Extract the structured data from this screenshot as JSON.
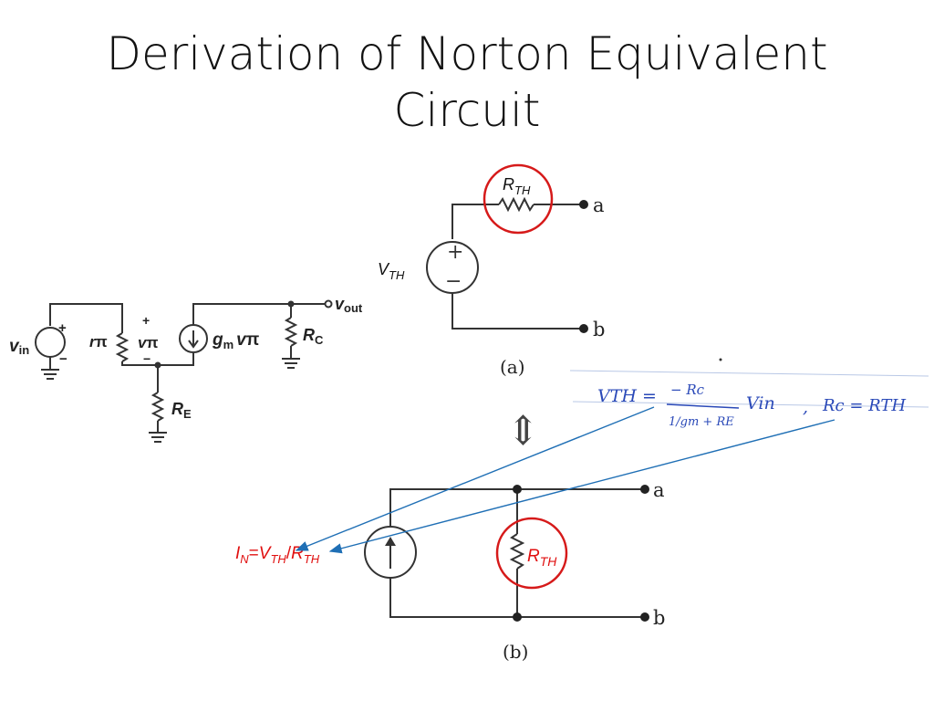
{
  "title": {
    "line1": "Derivation of Norton Equivalent",
    "line2": "Circuit"
  },
  "colors": {
    "circle_highlight": "#d61a1a",
    "annotation_text": "#e01010",
    "handwriting": "#2a49b8",
    "arrows": "#1f6fb5",
    "wires": "#333333"
  },
  "small_signal_circuit": {
    "vin": "v",
    "vin_sub": "in",
    "plus": "+",
    "minus": "−",
    "r_pi": "r",
    "pi": "π",
    "v_pi": "v",
    "v_pi_sub": "π",
    "gm": "g",
    "gm_sub": "m",
    "gm_v": "v",
    "gm_pi": "π",
    "rc": "R",
    "rc_sub": "C",
    "re": "R",
    "re_sub": "E",
    "vout": "v",
    "vout_sub": "out"
  },
  "thevenin_circuit": {
    "rth": "R",
    "rth_sub": "TH",
    "vth": "V",
    "vth_sub": "TH",
    "plus": "+",
    "minus": "−",
    "terminal_a": "a",
    "terminal_b": "b",
    "caption": "(a)"
  },
  "equivalence_arrow": "⇕",
  "norton_circuit": {
    "rth": "R",
    "rth_sub": "TH",
    "terminal_a": "a",
    "terminal_b": "b",
    "caption": "(b)"
  },
  "norton_current": {
    "i": "I",
    "i_sub": "N",
    "eq": "=",
    "v": "V",
    "v_sub": "TH",
    "slash": "/",
    "r": "R",
    "r_sub": "TH"
  },
  "handwritten_notes": {
    "vth_lhs": "VTH =",
    "numerator": "− Rc",
    "denominator": "1/gm + RE",
    "vin": "Vin",
    "comma": ",",
    "rc_eq": "Rc = RTH"
  }
}
